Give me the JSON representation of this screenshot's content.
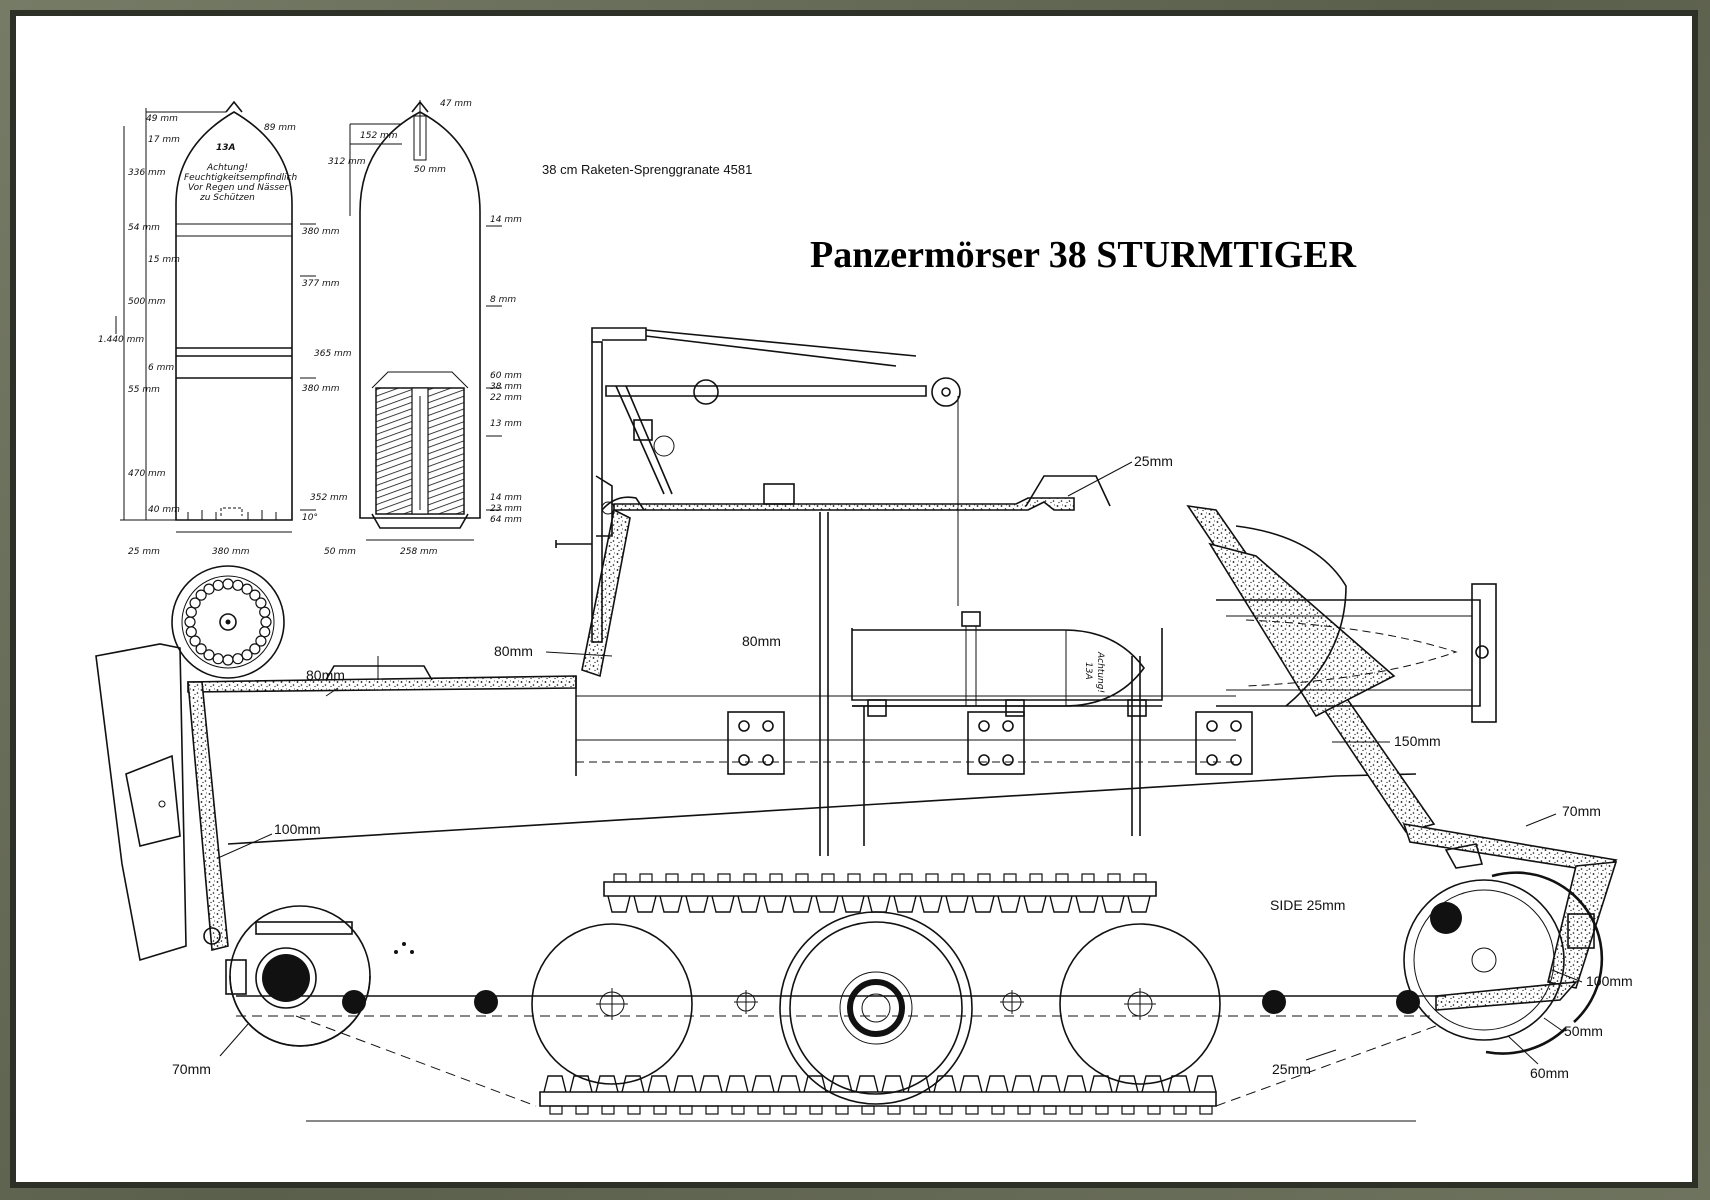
{
  "title": "Panzermörser 38 STURMTIGER",
  "projectile_caption": "38 cm Raketen-Sprenggranate 4581",
  "shell_markings": {
    "code": "13A",
    "warning_lines": [
      "Achtung!",
      "Feuchtigkeitsempfindlich",
      "Vor Regen und Nässer",
      "zu Schützen"
    ],
    "loaded_shell_code": "13A",
    "loaded_shell_text": "Achtung!"
  },
  "shell_dims_left": [
    "49 mm",
    "17 mm",
    "336 mm",
    "54 mm",
    "15 mm",
    "500 mm",
    "1.440 mm",
    "6 mm",
    "55 mm",
    "470 mm",
    "40 mm",
    "25 mm"
  ],
  "shell_dims_right": [
    "89 mm",
    "380 mm",
    "377 mm",
    "380 mm",
    "10°"
  ],
  "shell_base_width": "380 mm",
  "section_dims_left": [
    "152 mm",
    "312 mm",
    "365 mm",
    "352 mm",
    "50 mm"
  ],
  "section_dims_right": [
    "47 mm",
    "50 mm",
    "14 mm",
    "8 mm",
    "60 mm",
    "38 mm",
    "22 mm",
    "13 mm",
    "14 mm",
    "23 mm",
    "64 mm"
  ],
  "section_base_width": "258 mm",
  "armor_labels": {
    "roof_25": "25mm",
    "front_80": "80mm",
    "side_80": "80mm",
    "deck_80": "80mm",
    "rear_100": "100mm",
    "glacis_150": "150mm",
    "nose_70": "70mm",
    "side_25": "SIDE 25mm",
    "lower_100": "100mm",
    "lower_50": "50mm",
    "belly_25": "25mm",
    "lower_60": "60mm",
    "rear_lower_70": "70mm"
  }
}
